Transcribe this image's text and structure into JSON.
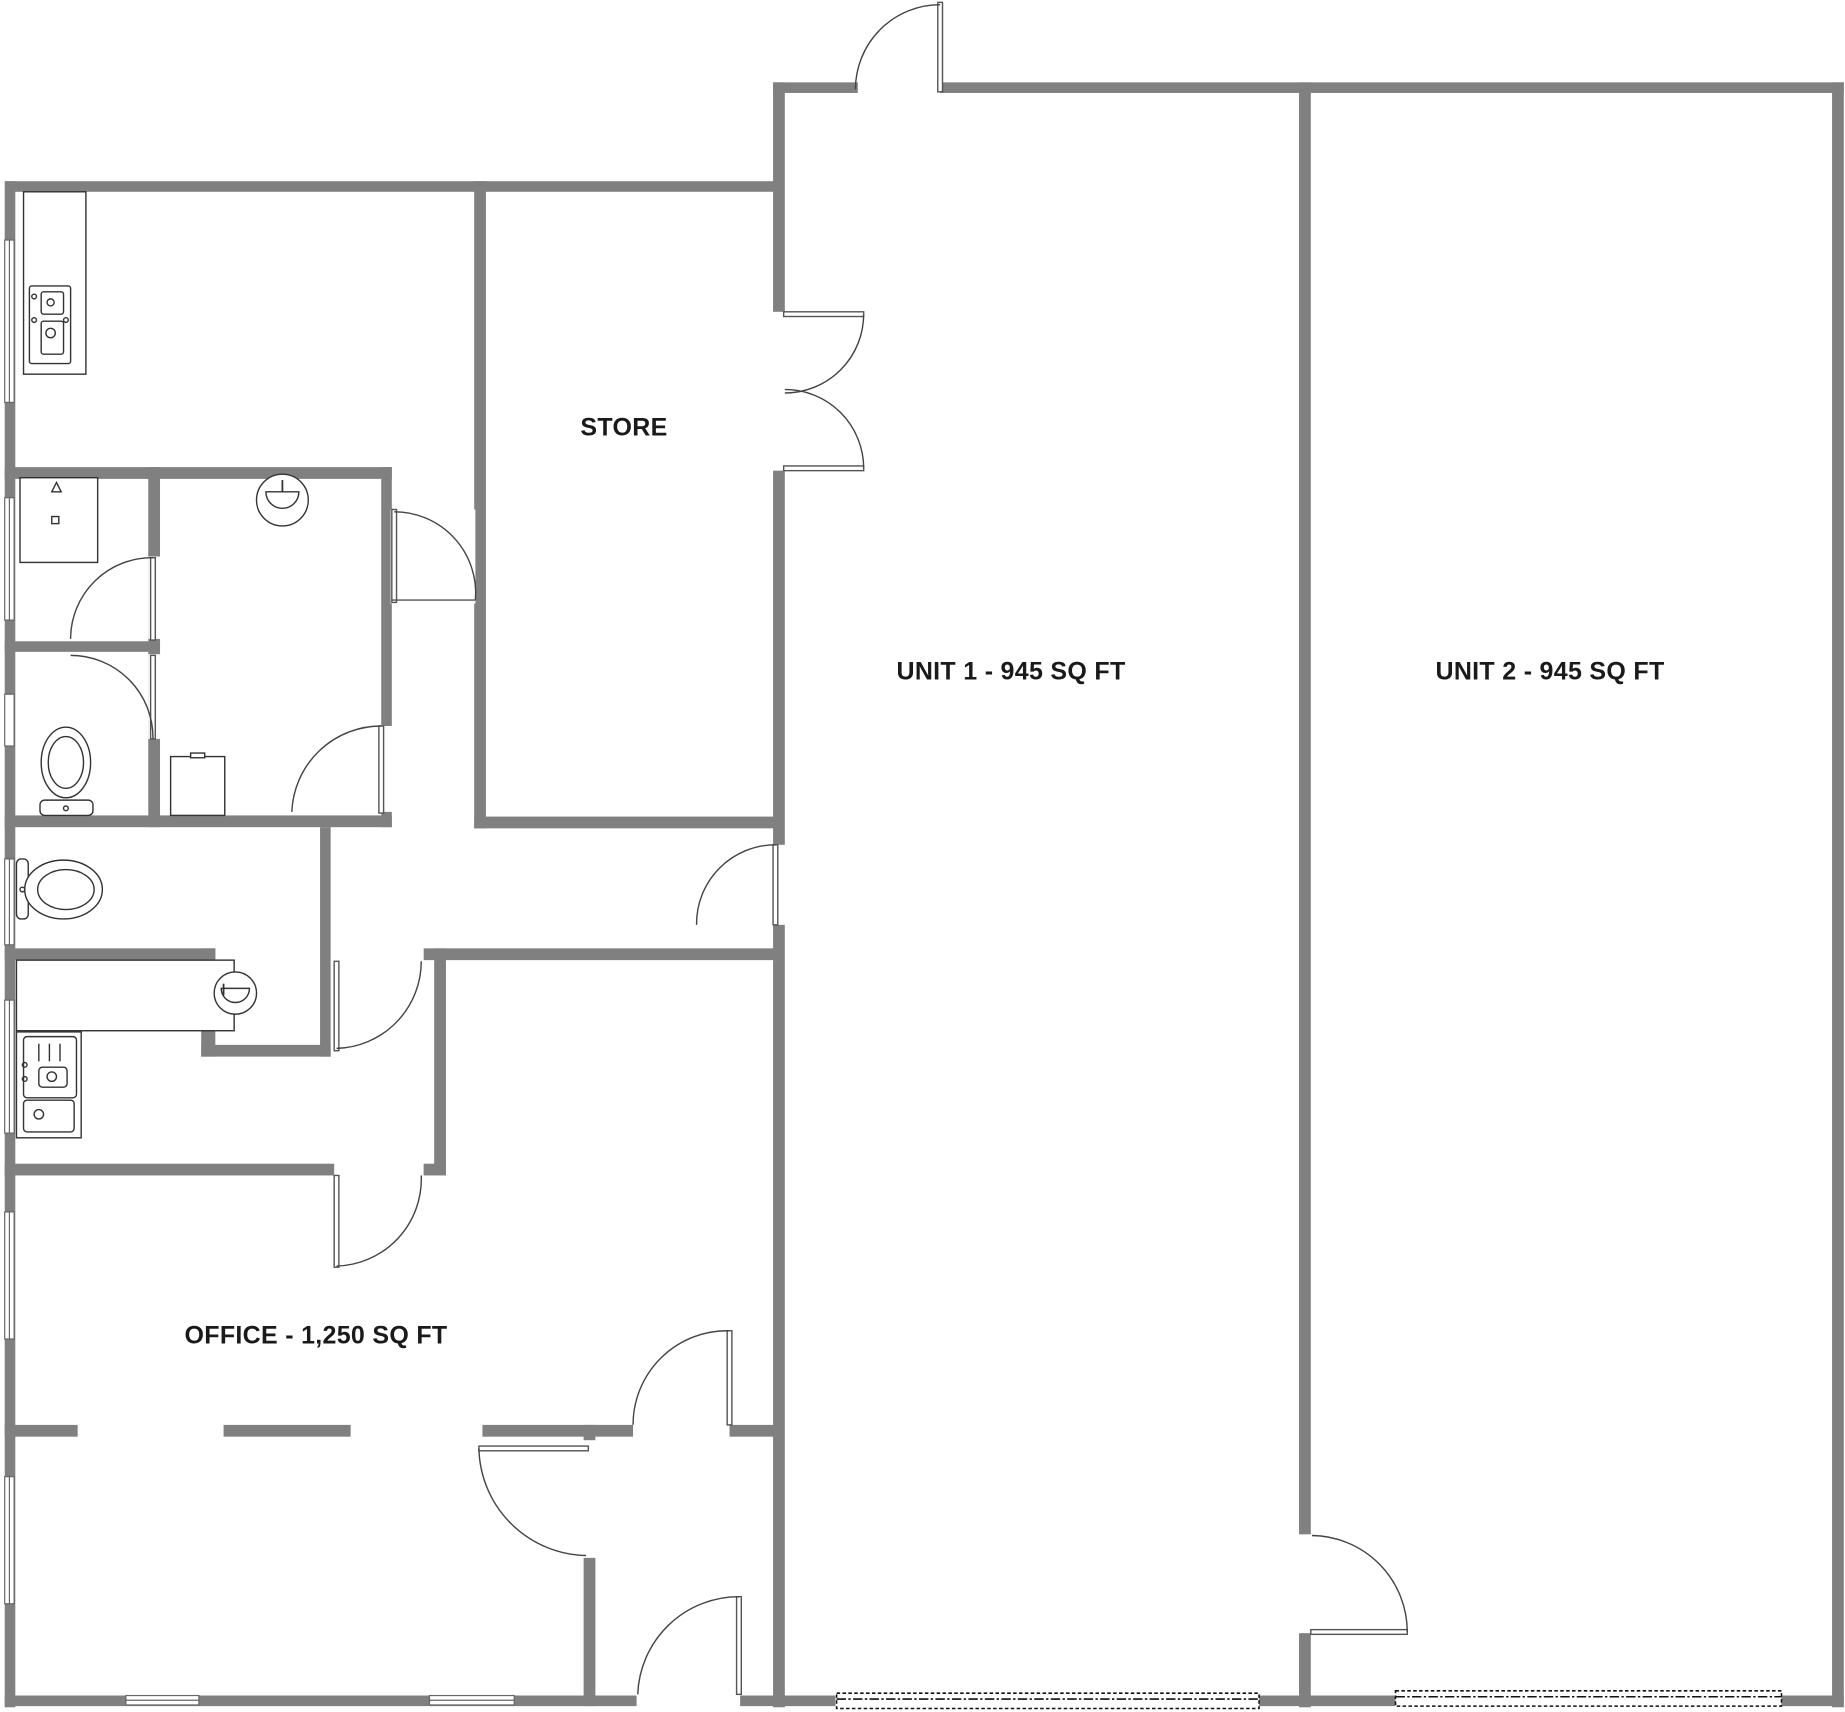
{
  "floor_plan": {
    "rooms": [
      {
        "id": "store",
        "label": "STORE"
      },
      {
        "id": "unit1",
        "label": "UNIT 1 - 945 SQ FT"
      },
      {
        "id": "unit2",
        "label": "UNIT 2 - 945 SQ FT"
      },
      {
        "id": "office",
        "label": "OFFICE - 1,250 SQ FT"
      }
    ],
    "colors": {
      "wall": "#808080",
      "background": "#ffffff",
      "label_text": "#1a1a1a",
      "fixture_stroke": "#333333"
    }
  }
}
